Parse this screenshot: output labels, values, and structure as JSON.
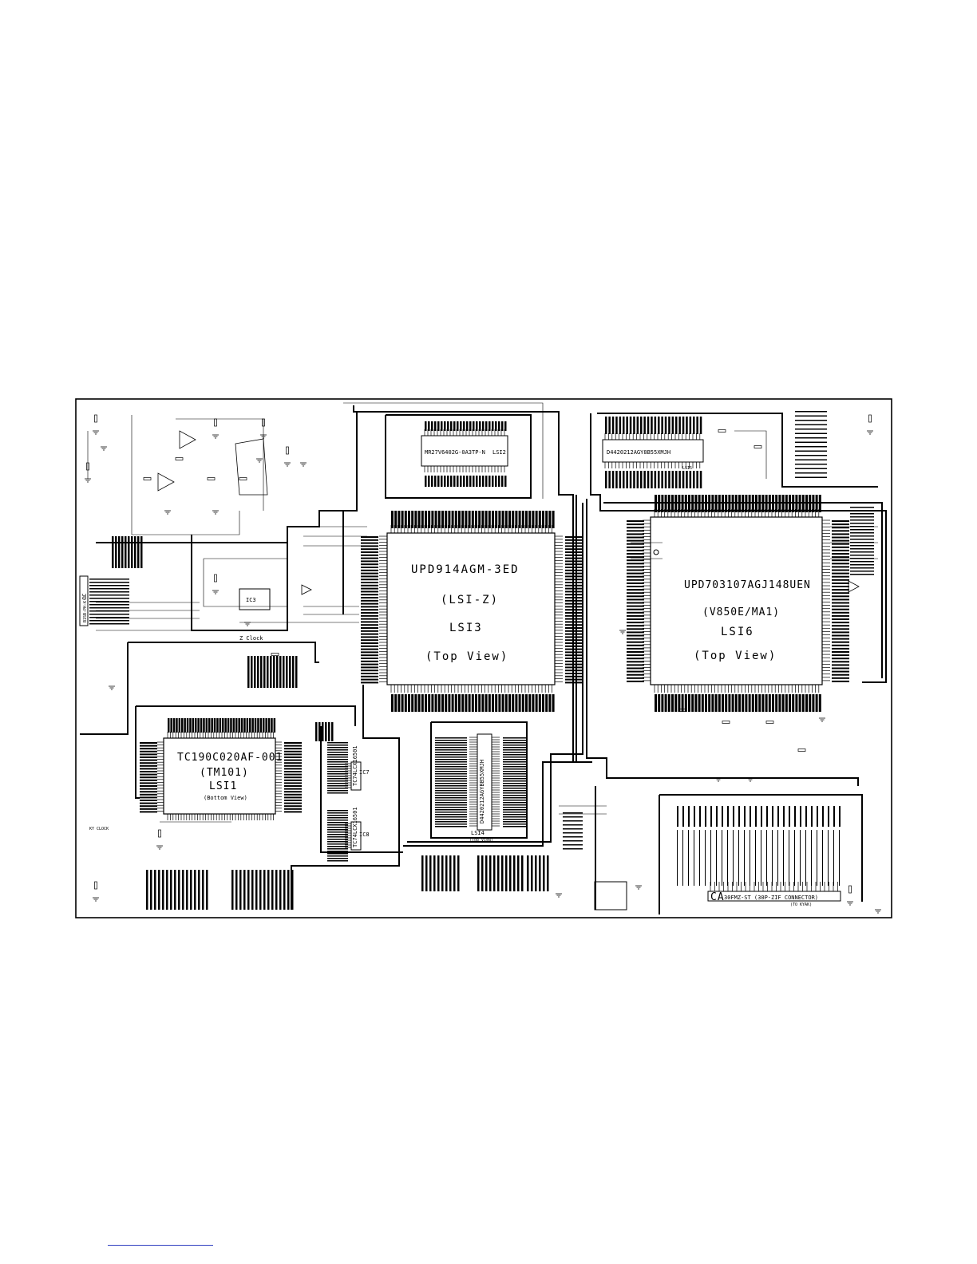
{
  "chips": {
    "lsi3": {
      "part": "UPD914AGM-3ED",
      "alias": "(LSI-Z)",
      "ref": "LSI3",
      "view": "(Top View)"
    },
    "lsi6": {
      "part": "UPD703107AGJ148UEN",
      "alias": "(V850E/MA1)",
      "ref": "LSI6",
      "view": "(Top View)"
    },
    "lsi1": {
      "part": "TC190C020AF-001",
      "alias": "(TM101)",
      "ref": "LSI1",
      "view": "(Bottom View)"
    },
    "lsi2": {
      "part": "MR27V6402G-0A3TP-N",
      "ref": "LSI2"
    },
    "lsi5": {
      "part": "D4420212AGY8B55XMJH",
      "ref": "LSI5"
    },
    "lsi4": {
      "part": "D4420212AGYBB55XMJH",
      "ref": "LSI4",
      "view": "(Top View)"
    },
    "ic7": {
      "part": "TC74LCX16501",
      "ref": "IC7"
    },
    "ic8": {
      "part": "TC74LCX16501",
      "ref": "IC8"
    },
    "ic3": {
      "ref": "IC3"
    }
  },
  "connectors": {
    "cc": {
      "ref": "CC",
      "label": "B15B-PH-K-S"
    },
    "ca": {
      "ref": "CA",
      "label": "30FMZ-ST (30P-ZIF CONNECTOR)",
      "sub": "(TO KYAK)"
    }
  },
  "notes": {
    "zclock": "Z Clock",
    "kyclock": "KY CLOCK"
  }
}
